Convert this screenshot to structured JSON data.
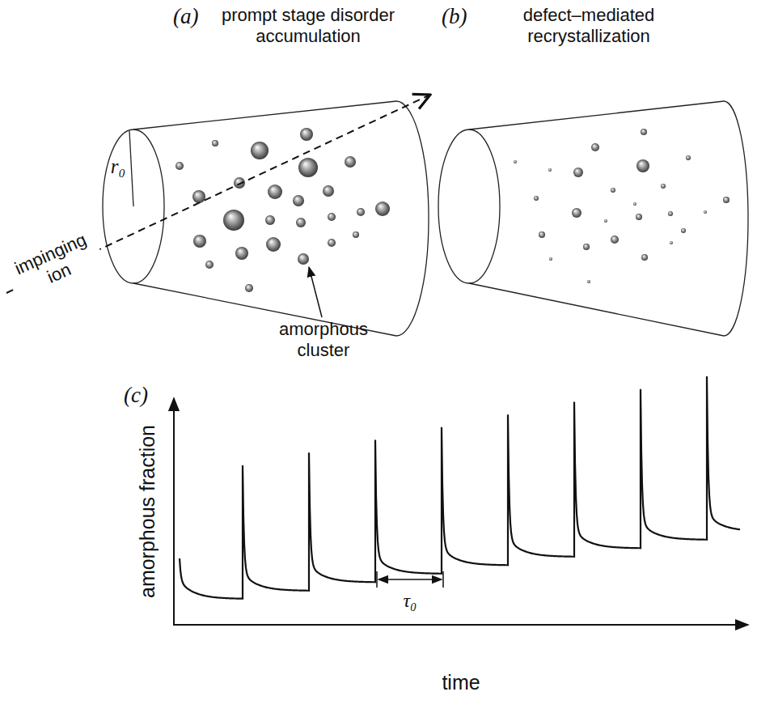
{
  "diagram": {
    "nodes": [
      {
        "text": [
          "(a)",
          "prompt stage disorder accumulation"
        ]
      },
      {
        "text": [
          "(b)",
          "defect–mediated recrystallization"
        ]
      }
    ],
    "labels": [
      "r₀",
      "impinging ion",
      "amorphous cluster",
      "(c)",
      "amorphous fraction",
      "time",
      "τ₀"
    ]
  }
}
